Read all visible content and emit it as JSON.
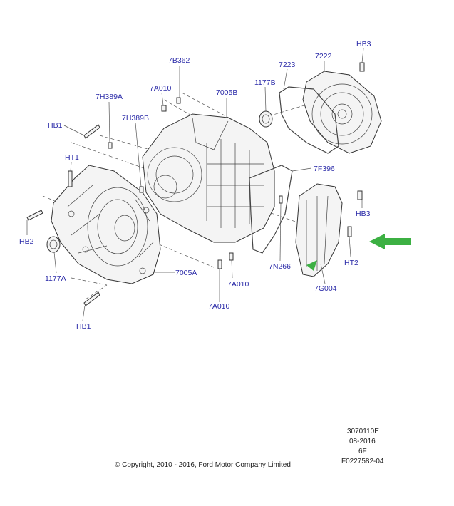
{
  "callouts": {
    "c_7B362": "7B362",
    "c_7A010_top": "7A010",
    "c_7H389A": "7H389A",
    "c_7H389B": "7H389B",
    "c_7005B": "7005B",
    "c_1177B": "1177B",
    "c_7223": "7223",
    "c_7222": "7222",
    "c_HB3_top": "HB3",
    "c_HB1_top": "HB1",
    "c_HT1": "HT1",
    "c_7F396": "7F396",
    "c_HB3_right": "HB3",
    "c_HB2": "HB2",
    "c_HT2": "HT2",
    "c_1177A": "1177A",
    "c_7005A": "7005A",
    "c_7N266": "7N266",
    "c_7A010_mid": "7A010",
    "c_7G004": "7G004",
    "c_7A010_bottom": "7A010",
    "c_HB1_bottom": "HB1"
  },
  "footer": {
    "copyright": "© Copyright, 2010 - 2016, Ford Motor Company Limited",
    "ref_code": "3070110E",
    "date": "08-2016",
    "variant": "6F",
    "file_id": "F0227582-04"
  },
  "colors": {
    "callout_text": "#2a2aa8",
    "highlight_arrow": "#3cb043",
    "line_art": "#333333"
  },
  "icons": {
    "highlight": "green-arrow-icon"
  }
}
